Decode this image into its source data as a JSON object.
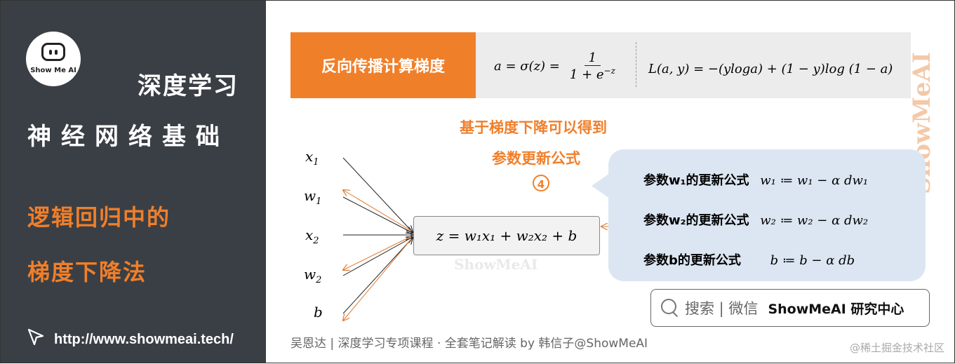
{
  "sidebar": {
    "logo_text": "Show Me AI",
    "course": "深度学习",
    "chapter": "神经网络基础",
    "topic_line1": "逻辑回归中的",
    "topic_line2": "梯度下降法",
    "url": "http://www.showmeai.tech/"
  },
  "header": {
    "tag": "反向传播计算梯度",
    "formula_a_lhs": "a = σ(z) =",
    "formula_a_num": "1",
    "formula_a_den": "1 + e",
    "formula_a_exp": "−z",
    "formula_loss": "L(a, y) = −(yloga) + (1 − y)log (1 − a)"
  },
  "watermark": {
    "side": "ShowMeAI",
    "center": "ShowMeAI"
  },
  "caption": {
    "line1": "基于梯度下降可以得到",
    "line2": "参数更新公式",
    "step": "4"
  },
  "network": {
    "inputs": [
      {
        "sym": "x",
        "sub": "1"
      },
      {
        "sym": "w",
        "sub": "1"
      },
      {
        "sym": "x",
        "sub": "2"
      },
      {
        "sym": "w",
        "sub": "2"
      },
      {
        "sym": "b",
        "sub": ""
      }
    ],
    "node": "z = w₁x₁ + w₂x₂ + b"
  },
  "updates": [
    {
      "label": "参数w₁的更新公式",
      "formula": "w₁ ≔ w₁ − α dw₁"
    },
    {
      "label": "参数w₂的更新公式",
      "formula": "w₂ ≔ w₂ − α dw₂"
    },
    {
      "label": "参数b的更新公式",
      "formula": "b ≔ b − α db"
    }
  ],
  "search": {
    "text": "搜索 | 微信",
    "brand": "ShowMeAI 研究中心"
  },
  "footer": "吴恩达 | 深度学习专项课程 · 全套笔记解读  by 韩信子@ShowMeAI",
  "credit": "@稀土掘金技术社区",
  "colors": {
    "accent": "#f07f2a",
    "panel": "#3a3f45",
    "bubble": "#dce6f2"
  }
}
